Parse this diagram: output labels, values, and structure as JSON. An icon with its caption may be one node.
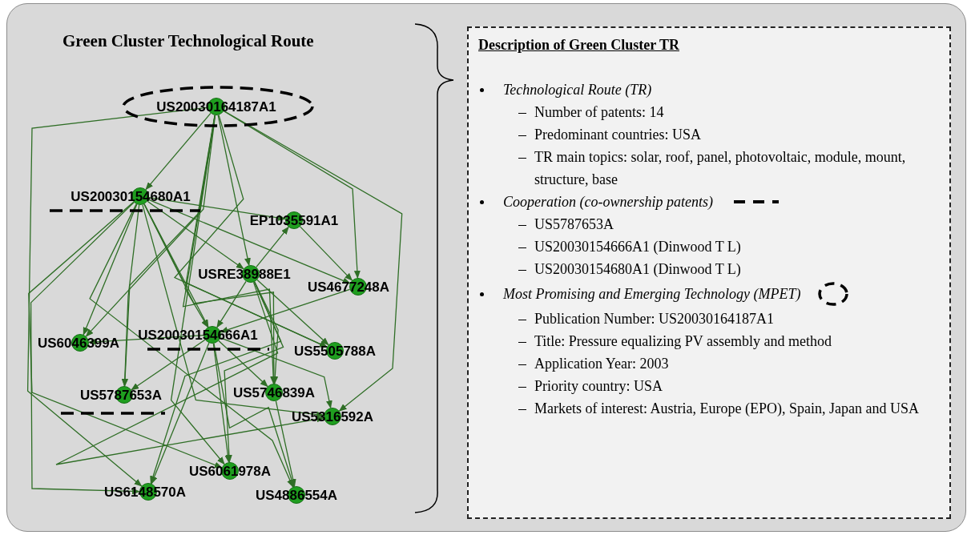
{
  "diagram": {
    "title": "Green Cluster Technological Route",
    "nodes": [
      {
        "text": [
          "US20030164187A1"
        ]
      },
      {
        "text": [
          "US20030154680A1"
        ]
      },
      {
        "text": [
          "EP1035591A1"
        ]
      },
      {
        "text": [
          "USRE38988E1"
        ]
      },
      {
        "text": [
          "US4677248A"
        ]
      },
      {
        "text": [
          "US6046399A"
        ]
      },
      {
        "text": [
          "US20030154666A1"
        ]
      },
      {
        "text": [
          "US5505788A"
        ]
      },
      {
        "text": [
          "US5787653A"
        ]
      },
      {
        "text": [
          "US5746839A"
        ]
      },
      {
        "text": [
          "US5316592A"
        ]
      },
      {
        "text": [
          "US6061978A"
        ]
      },
      {
        "text": [
          "US6148570A"
        ]
      },
      {
        "text": [
          "US4886554A"
        ]
      }
    ],
    "edges": [
      {
        "from": 0,
        "to": 1,
        "arrow": "to"
      },
      {
        "from": 0,
        "to": 3,
        "arrow": "to"
      },
      {
        "from": 0,
        "to": 4,
        "arrow": "to"
      },
      {
        "from": 0,
        "to": 5,
        "arrow": "to"
      },
      {
        "from": 0,
        "to": 6,
        "arrow": "to"
      },
      {
        "from": 0,
        "to": 7,
        "arrow": "to"
      },
      {
        "from": 0,
        "to": 8,
        "arrow": "to"
      },
      {
        "from": 0,
        "to": 9,
        "arrow": "to"
      },
      {
        "from": 0,
        "to": 10,
        "arrow": "to"
      },
      {
        "from": 0,
        "to": 11,
        "arrow": "to"
      },
      {
        "from": 0,
        "to": 12,
        "arrow": "to"
      },
      {
        "from": 1,
        "to": 2,
        "arrow": "to"
      },
      {
        "from": 1,
        "to": 3,
        "arrow": "to"
      },
      {
        "from": 1,
        "to": 4,
        "arrow": "to"
      },
      {
        "from": 1,
        "to": 5,
        "arrow": "to"
      },
      {
        "from": 1,
        "to": 6,
        "arrow": "to"
      },
      {
        "from": 1,
        "to": 7,
        "arrow": "to"
      },
      {
        "from": 1,
        "to": 8,
        "arrow": "to"
      },
      {
        "from": 1,
        "to": 9,
        "arrow": "to"
      },
      {
        "from": 1,
        "to": 10,
        "arrow": "to"
      },
      {
        "from": 1,
        "to": 11,
        "arrow": "to"
      },
      {
        "from": 1,
        "to": 12,
        "arrow": "to"
      },
      {
        "from": 1,
        "to": 13,
        "arrow": "to"
      },
      {
        "from": 3,
        "to": 2,
        "arrow": "to"
      },
      {
        "from": 3,
        "to": 6,
        "arrow": "to"
      },
      {
        "from": 3,
        "to": 7,
        "arrow": "to"
      },
      {
        "from": 3,
        "to": 9,
        "arrow": "to"
      },
      {
        "from": 3,
        "to": 10,
        "arrow": "to"
      },
      {
        "from": 3,
        "to": 11,
        "arrow": "to"
      },
      {
        "from": 3,
        "to": 12,
        "arrow": "to"
      },
      {
        "from": 2,
        "to": 4,
        "arrow": "to"
      },
      {
        "from": 4,
        "to": 6,
        "arrow": "to"
      },
      {
        "from": 6,
        "to": 5,
        "arrow": "to"
      },
      {
        "from": 6,
        "to": 8,
        "arrow": "to"
      },
      {
        "from": 6,
        "to": 9,
        "arrow": "to"
      },
      {
        "from": 6,
        "to": 10,
        "arrow": "to"
      },
      {
        "from": 6,
        "to": 11,
        "arrow": "to"
      },
      {
        "from": 6,
        "to": 12,
        "arrow": "to"
      },
      {
        "from": 6,
        "to": 13,
        "arrow": "to"
      },
      {
        "from": 9,
        "to": 13,
        "arrow": "to"
      }
    ],
    "labels": [
      "Description of Green Cluster TR",
      "Technological Route (TR)",
      "Number of patents: 14",
      "Predominant countries: USA",
      "TR main topics: solar, roof, panel, photovoltaic, module, mount, structure, base",
      "US5787653A",
      "US20030154666A1 (Dinwood T L)",
      "US20030154680A1 (Dinwood T L)",
      "Publication Number: US20030164187A1",
      "Title: Pressure equalizing PV assembly and method",
      "Application Year: 2003",
      "Priority country: USA",
      "Markets of interest: Austria, Europe (EPO), Spain, Japan and USA"
    ],
    "legend": [
      {
        "text": "Cooperation (co-ownership patents)"
      },
      {
        "text": "Most Promising and Emerging Technology (MPET)"
      }
    ]
  }
}
